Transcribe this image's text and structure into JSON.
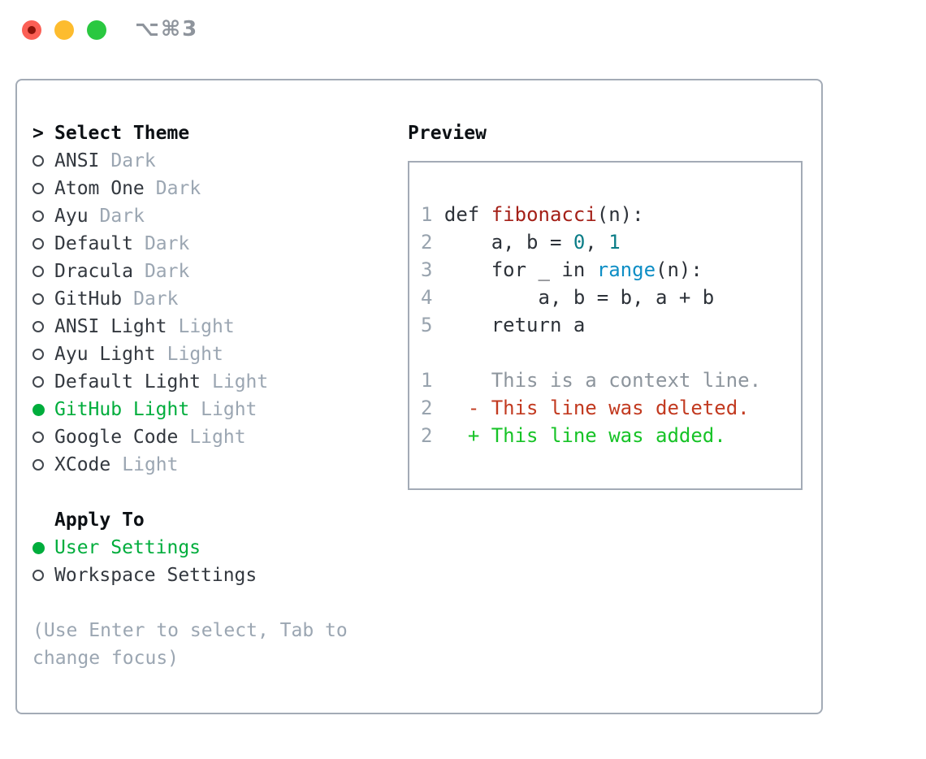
{
  "window": {
    "title": "⌥⌘3"
  },
  "colors": {
    "accent_green_selected": "#00ad3c",
    "diff_added_green": "#17c327",
    "diff_deleted_red": "#c23a20",
    "muted_gray": "#9ba6b2",
    "border_gray": "#a3abb6",
    "code_function_red": "#a42018",
    "code_number_teal": "#0b7d87",
    "code_builtin_blue": "#0e8ec5",
    "traffic_red": "#fb5f55",
    "traffic_yellow": "#fdbc2e",
    "traffic_green": "#2ac840"
  },
  "left": {
    "header": {
      "marker": ">",
      "label": "Select Theme"
    },
    "themes": [
      {
        "name": "ANSI",
        "variant": "Dark",
        "selected": false
      },
      {
        "name": "Atom One",
        "variant": "Dark",
        "selected": false
      },
      {
        "name": "Ayu",
        "variant": "Dark",
        "selected": false
      },
      {
        "name": "Default",
        "variant": "Dark",
        "selected": false
      },
      {
        "name": "Dracula",
        "variant": "Dark",
        "selected": false
      },
      {
        "name": "GitHub",
        "variant": "Dark",
        "selected": false
      },
      {
        "name": "ANSI Light",
        "variant": "Light",
        "selected": false
      },
      {
        "name": "Ayu Light",
        "variant": "Light",
        "selected": false
      },
      {
        "name": "Default Light",
        "variant": "Light",
        "selected": false
      },
      {
        "name": "GitHub Light",
        "variant": "Light",
        "selected": true
      },
      {
        "name": "Google Code",
        "variant": "Light",
        "selected": false
      },
      {
        "name": "XCode",
        "variant": "Light",
        "selected": false
      }
    ],
    "apply_to": {
      "label": "Apply To",
      "options": [
        {
          "name": "User Settings",
          "selected": true
        },
        {
          "name": "Workspace Settings",
          "selected": false
        }
      ]
    },
    "hint_lines": [
      "(Use Enter to select, Tab to",
      "change focus)"
    ]
  },
  "preview": {
    "heading": "Preview",
    "lines": [
      [
        {
          "c": "ln",
          "t": "1"
        },
        {
          "c": "pl",
          "t": " "
        },
        {
          "c": "kw",
          "t": "def"
        },
        {
          "c": "pl",
          "t": " "
        },
        {
          "c": "fn",
          "t": "fibonacci"
        },
        {
          "c": "pl",
          "t": "(n):"
        }
      ],
      [
        {
          "c": "ln",
          "t": "2"
        },
        {
          "c": "pl",
          "t": "     a, b = "
        },
        {
          "c": "nm",
          "t": "0"
        },
        {
          "c": "pl",
          "t": ", "
        },
        {
          "c": "nm",
          "t": "1"
        }
      ],
      [
        {
          "c": "ln",
          "t": "3"
        },
        {
          "c": "pl",
          "t": "     "
        },
        {
          "c": "kw",
          "t": "for"
        },
        {
          "c": "pl",
          "t": " _ "
        },
        {
          "c": "kw",
          "t": "in"
        },
        {
          "c": "pl",
          "t": " "
        },
        {
          "c": "bi",
          "t": "range"
        },
        {
          "c": "pl",
          "t": "(n):"
        }
      ],
      [
        {
          "c": "ln",
          "t": "4"
        },
        {
          "c": "pl",
          "t": "         a, b = b, a + b"
        }
      ],
      [
        {
          "c": "ln",
          "t": "5"
        },
        {
          "c": "pl",
          "t": "     "
        },
        {
          "c": "kw",
          "t": "return"
        },
        {
          "c": "pl",
          "t": " a"
        }
      ],
      [],
      [
        {
          "c": "ln",
          "t": "1"
        },
        {
          "c": "ctx",
          "t": "     This is a context line."
        }
      ],
      [
        {
          "c": "ln",
          "t": "2"
        },
        {
          "c": "pl",
          "t": "   "
        },
        {
          "c": "del",
          "t": "- This line was deleted."
        }
      ],
      [
        {
          "c": "ln",
          "t": "2"
        },
        {
          "c": "pl",
          "t": "   "
        },
        {
          "c": "add",
          "t": "+ This line was added."
        }
      ]
    ]
  }
}
